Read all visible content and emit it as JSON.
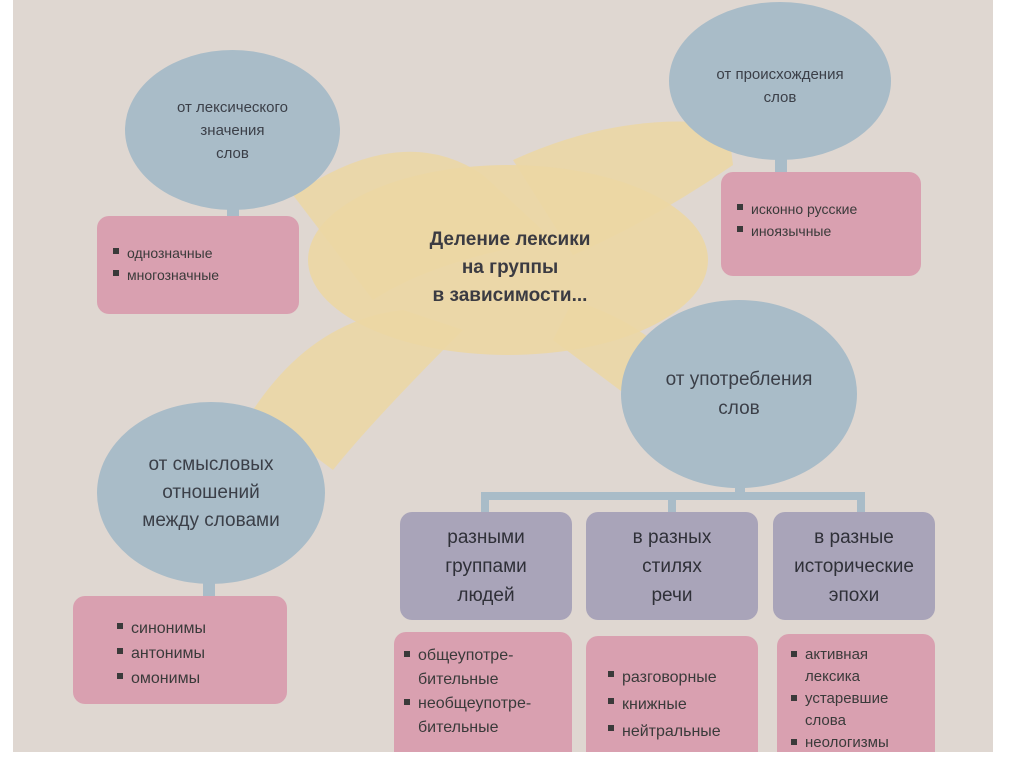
{
  "diagram": {
    "center": {
      "title": "Деление лексики\nна группы\nв зависимости..."
    },
    "lexical_meaning": {
      "label": "от лексического\nзначения\nслов",
      "items": [
        "однозначные",
        "многозначные"
      ]
    },
    "origin": {
      "label": "от происхождения\nслов",
      "items": [
        "исконно русские",
        "иноязычные"
      ]
    },
    "semantic_relations": {
      "label": "от смысловых\nотношений\nмежду словами",
      "items": [
        "синонимы",
        "антонимы",
        "омонимы"
      ]
    },
    "usage": {
      "label": "от употребления\nслов",
      "groups": [
        {
          "label": "разными\nгруппами\nлюдей",
          "items": [
            "общеупотре-\nбительные",
            "необщеупотре-\nбительные"
          ]
        },
        {
          "label": "в разных\nстилях\nречи",
          "items": [
            "разговорные",
            "книжные",
            "нейтральные"
          ]
        },
        {
          "label": "в разные\nисторические\nэпохи",
          "items": [
            "активная\nлексика",
            "устаревшие\nслова",
            "неологизмы"
          ]
        }
      ]
    },
    "colors": {
      "background": "#dfd7d1",
      "ellipse": "#a9bcc8",
      "pink_box": "#d9a0b0",
      "purple_box": "#a9a4b9",
      "x_shape": "#ecd7a3"
    }
  }
}
